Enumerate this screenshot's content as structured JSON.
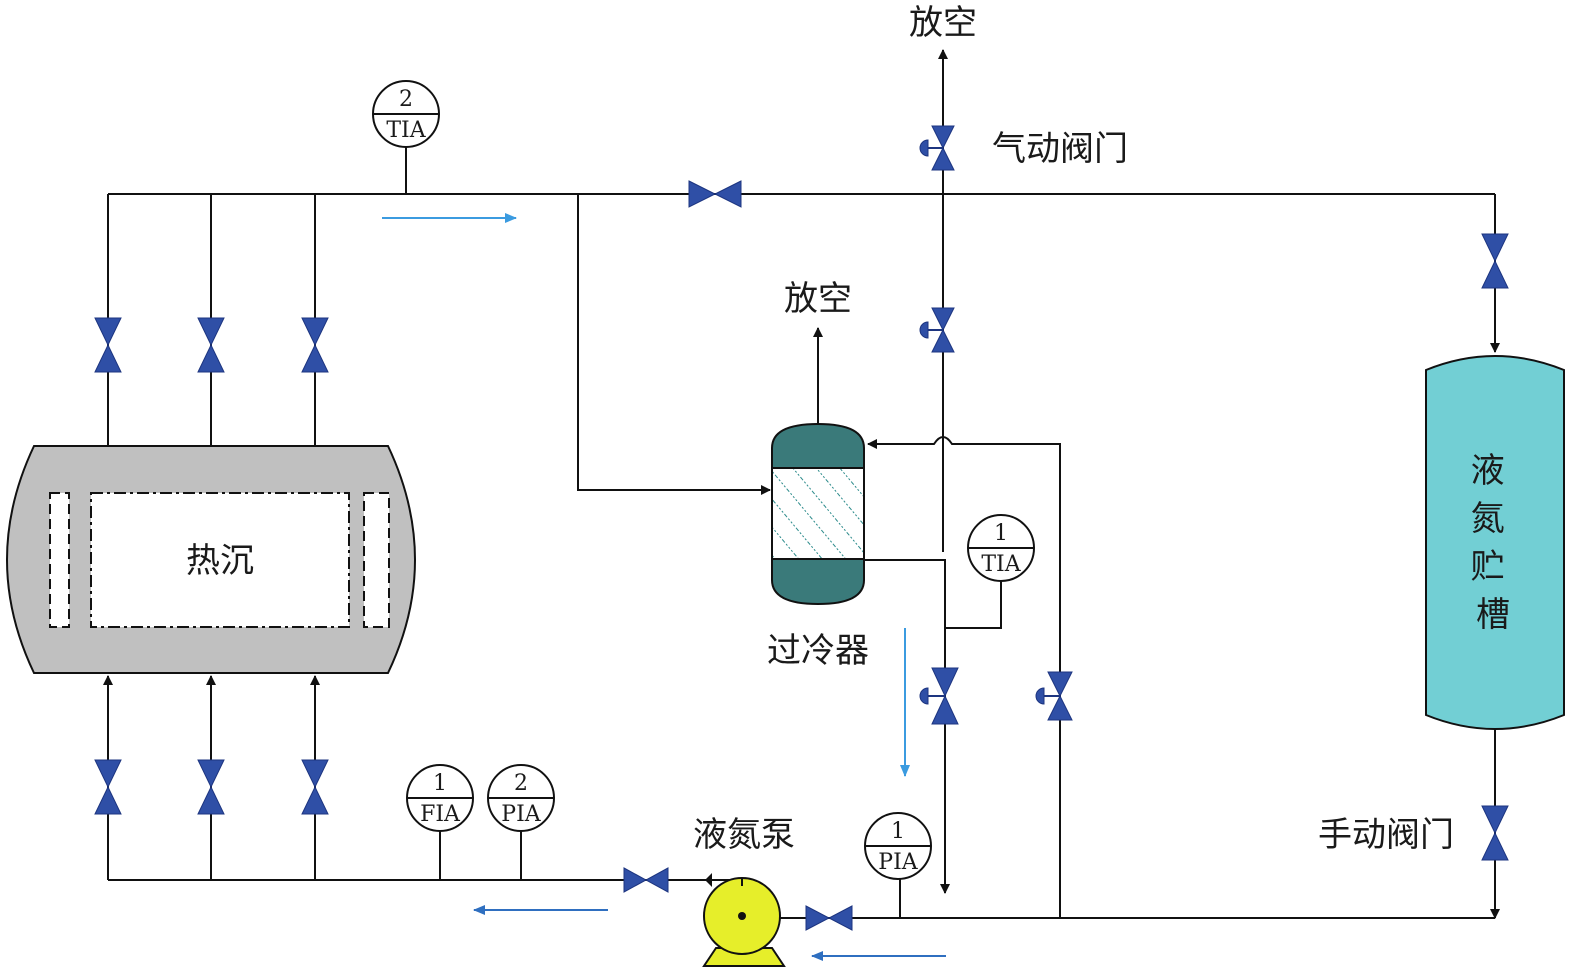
{
  "labels": {
    "vent_top": "放空",
    "vent_mid": "放空",
    "pneumatic_valve": "气动阀门",
    "heat_sink": "热沉",
    "subcooler": "过冷器",
    "ln2_tank": "液氮贮槽",
    "ln2_pump": "液氮泵",
    "manual_valve": "手动阀门"
  },
  "instruments": [
    {
      "num": "2",
      "code": "TIA"
    },
    {
      "num": "1",
      "code": "TIA"
    },
    {
      "num": "1",
      "code": "FIA"
    },
    {
      "num": "2",
      "code": "PIA"
    },
    {
      "num": "1",
      "code": "PIA"
    }
  ],
  "colors": {
    "pipe": "#111111",
    "valve": "#2f4fa6",
    "flow_arrow": "#3b9be0",
    "heat_sink_shell": "#c0c0c0",
    "subcooler_body": "#3a7a7a",
    "tank_body": "#72cfd4",
    "pump_body": "#e6ee2a"
  }
}
